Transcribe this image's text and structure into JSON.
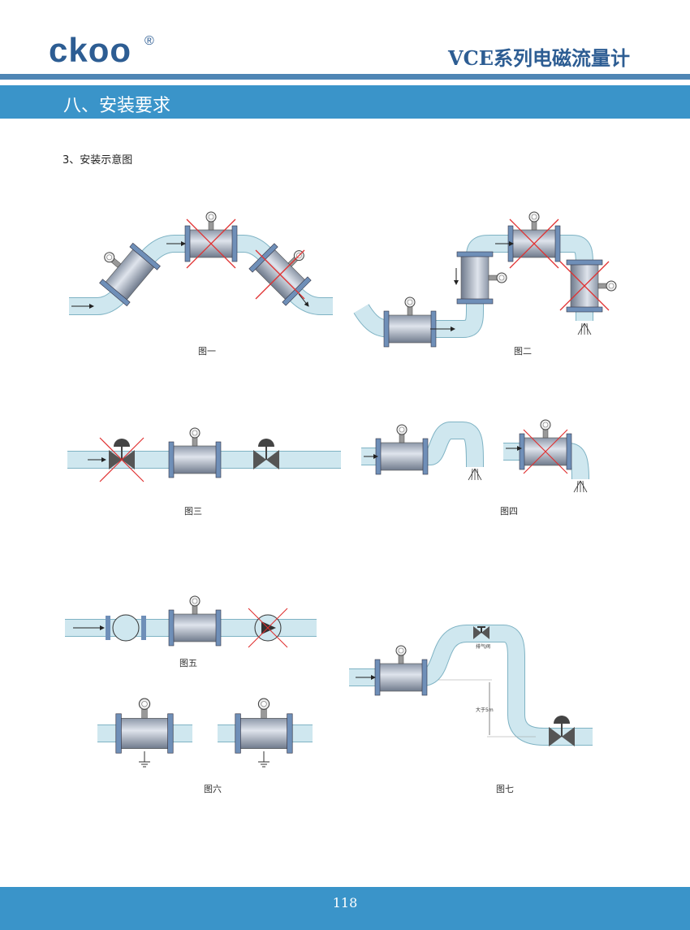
{
  "header": {
    "logo": "ckoo",
    "registered": "®",
    "doc_title": "VCE系列电磁流量计"
  },
  "section": {
    "title": "八、安装要求",
    "subtitle": "3、安装示意图"
  },
  "figures": {
    "fig1": "图一",
    "fig2": "图二",
    "fig3": "图三",
    "fig4": "图四",
    "fig5": "图五",
    "fig6": "图六",
    "fig7": "图七"
  },
  "fig7_labels": {
    "valve": "排气阀",
    "height": "大于5m"
  },
  "colors": {
    "brand": "#2d5d93",
    "band": "#3a94c9",
    "pipe": "#cfe7ef",
    "cross": "#e03030"
  },
  "footer": {
    "page_number": "118"
  }
}
